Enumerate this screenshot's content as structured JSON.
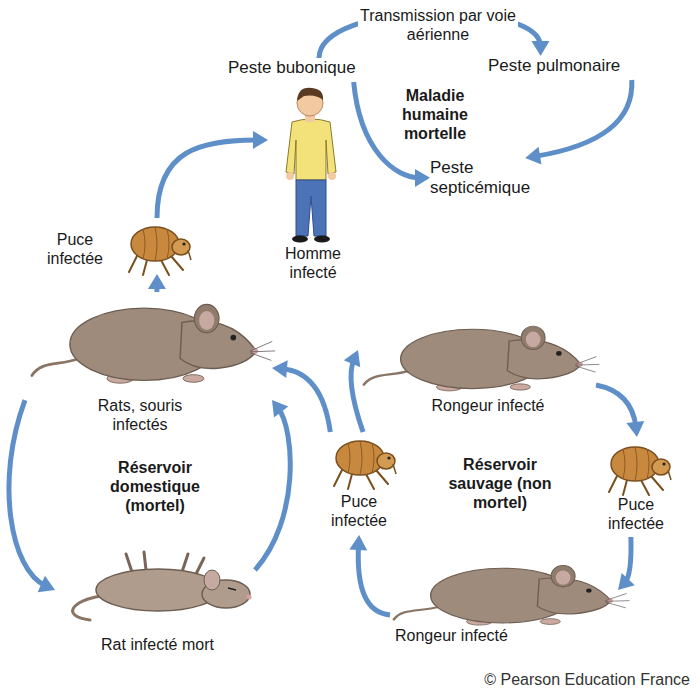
{
  "diagram": {
    "nodes": [
      {
        "text": [
          "Peste bubonique"
        ]
      },
      {
        "text": [
          "Peste pulmonaire"
        ]
      },
      {
        "text": [
          "Peste septicémique"
        ]
      },
      {
        "text": [
          "Homme infecté"
        ]
      },
      {
        "text": [
          "Puce infectée"
        ]
      },
      {
        "text": [
          "Rats, souris infectés"
        ]
      },
      {
        "text": [
          "Rat infecté mort"
        ]
      },
      {
        "text": [
          "Rongeur infecté"
        ]
      },
      {
        "text": [
          "Puce infectée"
        ]
      },
      {
        "text": [
          "Puce infectée"
        ]
      },
      {
        "text": [
          "Rongeur infecté"
        ]
      }
    ],
    "edges": [
      {
        "from": 0,
        "to": 1,
        "arrow": "to",
        "label": "Transmission par voie aérienne"
      },
      {
        "from": 1,
        "to": 2,
        "arrow": "to"
      },
      {
        "from": 0,
        "to": 2,
        "arrow": "to"
      },
      {
        "from": 4,
        "to": 3,
        "arrow": "to"
      },
      {
        "from": 5,
        "to": 4,
        "arrow": "to"
      },
      {
        "from": 5,
        "to": 6,
        "arrow": "to"
      },
      {
        "from": 6,
        "to": 5,
        "arrow": "to"
      },
      {
        "from": 8,
        "to": 5,
        "arrow": "to"
      },
      {
        "from": 8,
        "to": 7,
        "arrow": "to"
      },
      {
        "from": 7,
        "to": 9,
        "arrow": "to"
      },
      {
        "from": 9,
        "to": 10,
        "arrow": "to"
      },
      {
        "from": 10,
        "to": 8,
        "arrow": "to"
      }
    ],
    "labels": [
      "Maladie humaine mortelle",
      "Réservoir domestique (mortel)",
      "Réservoir sauvage (non mortel)",
      "© Pearson Education France"
    ]
  }
}
